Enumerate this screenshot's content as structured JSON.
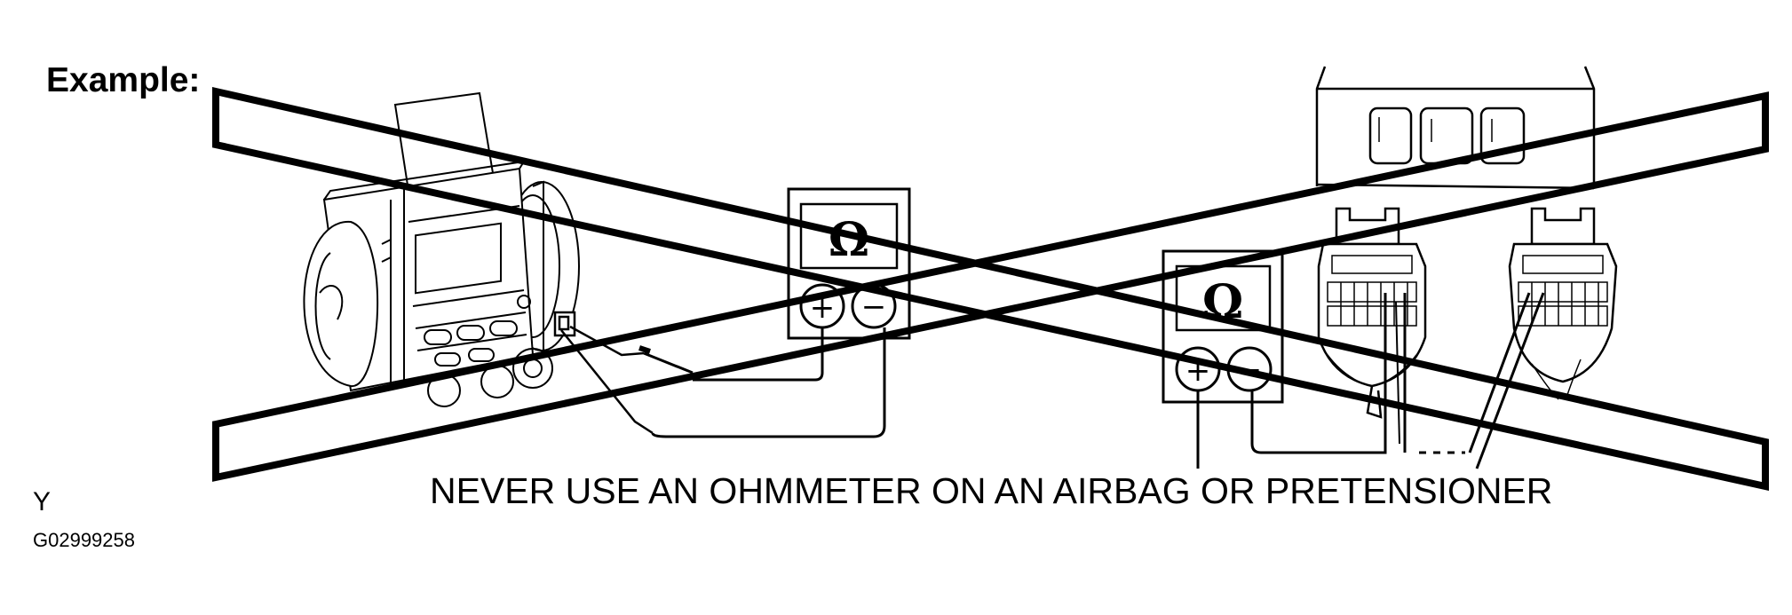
{
  "labels": {
    "example": "Example:",
    "warning": "NEVER USE AN OHMMETER ON AN AIRBAG OR PRETENSIONER",
    "corner_mark": "Y",
    "figure_id": "G02999258"
  },
  "meters": [
    {
      "symbol": "Ω",
      "plus": "+",
      "minus": "−"
    },
    {
      "symbol": "Ω",
      "plus": "+",
      "minus": "−"
    }
  ],
  "colors": {
    "ink": "#000000",
    "background": "#ffffff"
  },
  "icons": [
    "airbag-module-icon",
    "ohmmeter-icon",
    "seat-belt-pretensioner-connector-icon",
    "prohibition-cross-icon"
  ]
}
